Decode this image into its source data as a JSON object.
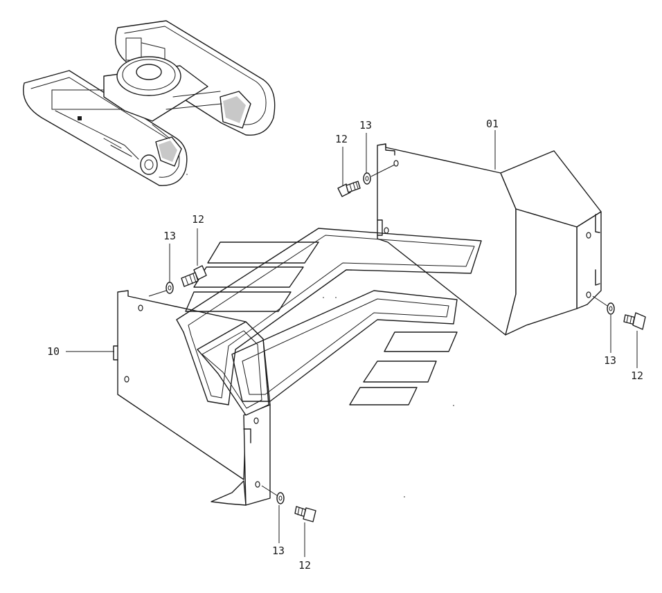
{
  "callouts": {
    "c01": "01",
    "c10": "10",
    "c12_a": "12",
    "c13_a": "13",
    "c12_b": "12",
    "c13_b": "13",
    "c13_c": "13",
    "c12_c": "12",
    "c13_d": "13",
    "c12_d": "12"
  },
  "icons": {
    "machine": "undercarriage-overview-icon",
    "arrow": "installation-direction-arrow-icon"
  },
  "colors": {
    "line": "#1a1a1a",
    "background": "#ffffff"
  }
}
